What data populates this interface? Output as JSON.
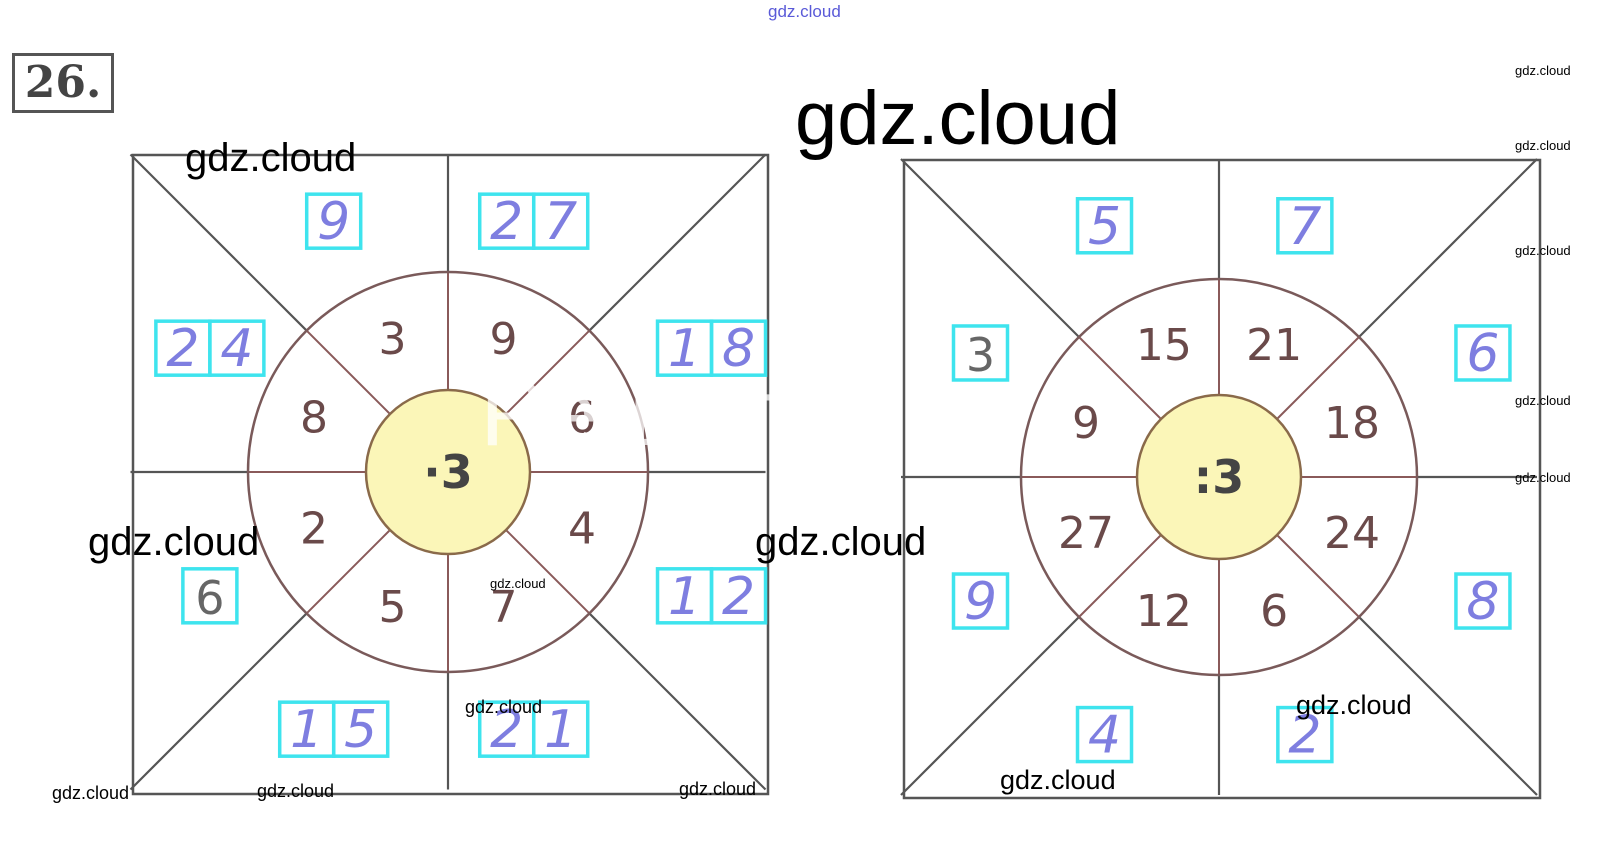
{
  "task_number": "26.",
  "watermarks": {
    "top": "gdz.cloud",
    "big": "gdz.cloud",
    "repeat": "gdz.cloud",
    "faded_overlay": "Решатор.ру"
  },
  "diagrams": [
    {
      "center_label": "·3",
      "inner_numbers": [
        "3",
        "9",
        "6",
        "4",
        "7",
        "5",
        "2",
        "8"
      ],
      "answers": [
        "9",
        "27",
        "18",
        "12",
        "21",
        "15",
        "6",
        "24"
      ]
    },
    {
      "center_label": ":3",
      "inner_numbers": [
        "15",
        "21",
        "18",
        "24",
        "6",
        "12",
        "27",
        "9"
      ],
      "answers": [
        "5",
        "7",
        "6",
        "8",
        "2",
        "4",
        "9",
        "3"
      ]
    }
  ]
}
